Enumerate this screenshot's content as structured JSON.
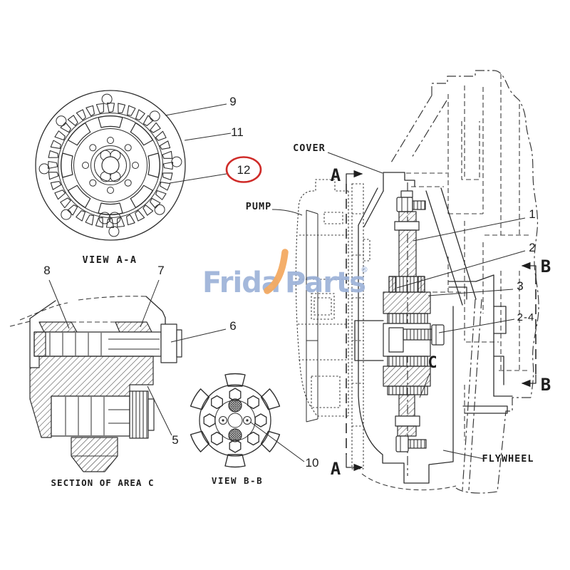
{
  "diagram": {
    "views": {
      "view_aa_caption": "VIEW A-A",
      "section_c_caption": "SECTION OF AREA C",
      "view_bb_caption": "VIEW B-B"
    },
    "part_labels": {
      "cover": "COVER",
      "pump": "PUMP",
      "flywheel": "FLYWHEEL"
    },
    "section_letters": {
      "a_top": "A",
      "a_bottom": "A",
      "b_top": "B",
      "b_bottom": "B",
      "c": "C"
    },
    "callouts": {
      "n1": "1",
      "n2": "2",
      "n3": "3",
      "n2_4": "2-4",
      "n5": "5",
      "n6": "6",
      "n7": "7",
      "n8": "8",
      "n9": "9",
      "n10": "10",
      "n11": "11",
      "n12": "12"
    },
    "highlighted_callout": "12",
    "colors": {
      "line": "#2e2e2e",
      "highlight_red": "#cf2b28",
      "watermark_blue": "#9db3d9",
      "watermark_orange": "#f3aa62"
    }
  },
  "watermark": {
    "prefix": "Frida",
    "suffix": "Parts",
    "registered": "®"
  }
}
